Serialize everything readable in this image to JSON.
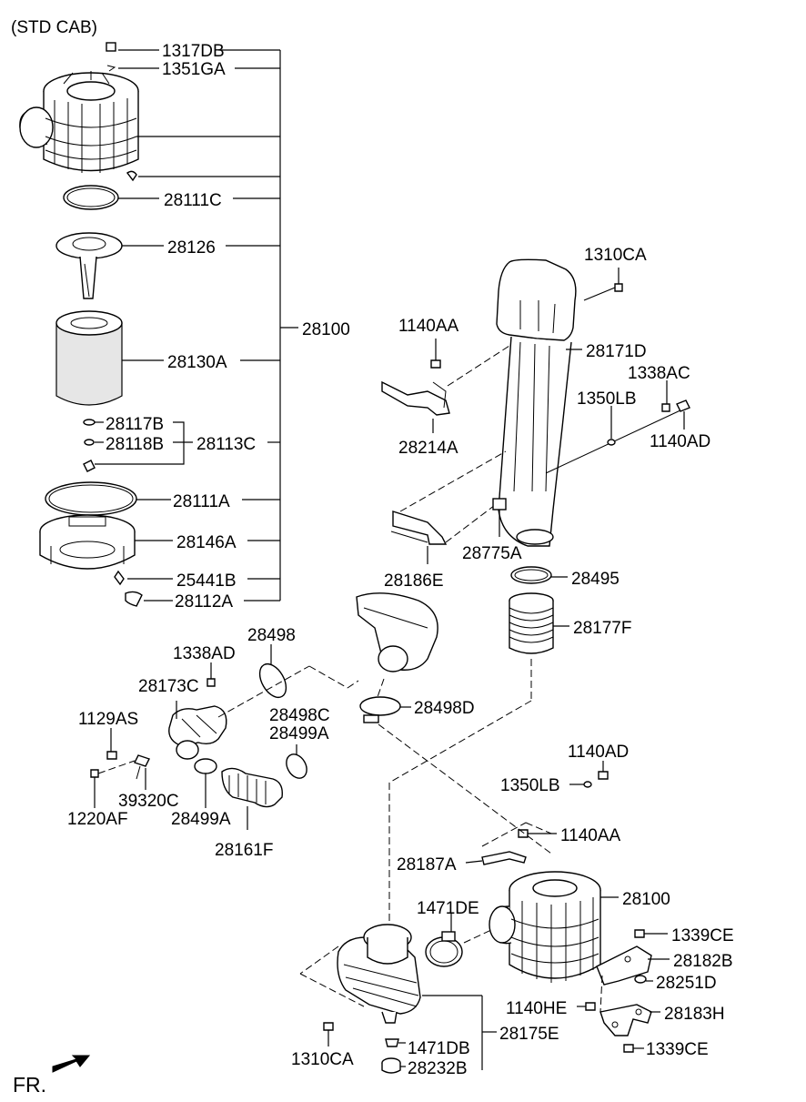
{
  "variant": "(STD CAB)",
  "direction": "FR.",
  "labels": {
    "l1317DB": "1317DB",
    "l1351GA": "1351GA",
    "l28111C": "28111C",
    "l28126": "28126",
    "l28100a": "28100",
    "l28130A": "28130A",
    "l28117B": "28117B",
    "l28118B": "28118B",
    "l28113C": "28113C",
    "l28111A": "28111A",
    "l28146A": "28146A",
    "l25441B": "25441B",
    "l28112A": "28112A",
    "l1310CAa": "1310CA",
    "l1140AAa": "1140AA",
    "l28171D": "28171D",
    "l1338AC": "1338AC",
    "l1350LBa": "1350LB",
    "l1140ADa": "1140AD",
    "l28214A": "28214A",
    "l28775A": "28775A",
    "l28186E": "28186E",
    "l28495": "28495",
    "l28177F": "28177F",
    "l28498": "28498",
    "l1338AD": "1338AD",
    "l28173C": "28173C",
    "l1129AS": "1129AS",
    "l28498C": "28498C",
    "l28499Aa": "28499A",
    "l28498D": "28498D",
    "l39320C": "39320C",
    "l1220AF": "1220AF",
    "l28499Ab": "28499A",
    "l28161F": "28161F",
    "l1140ADb": "1140AD",
    "l1350LBb": "1350LB",
    "l1140AAb": "1140AA",
    "l28187A": "28187A",
    "l28100b": "28100",
    "l1471DE": "1471DE",
    "l1339CEa": "1339CE",
    "l28182B": "28182B",
    "l28251D": "28251D",
    "l1140HE": "1140HE",
    "l28183H": "28183H",
    "l1339CEb": "1339CE",
    "l1310CAb": "1310CA",
    "l1471DB": "1471DB",
    "l28175E": "28175E",
    "l28232B": "28232B"
  }
}
